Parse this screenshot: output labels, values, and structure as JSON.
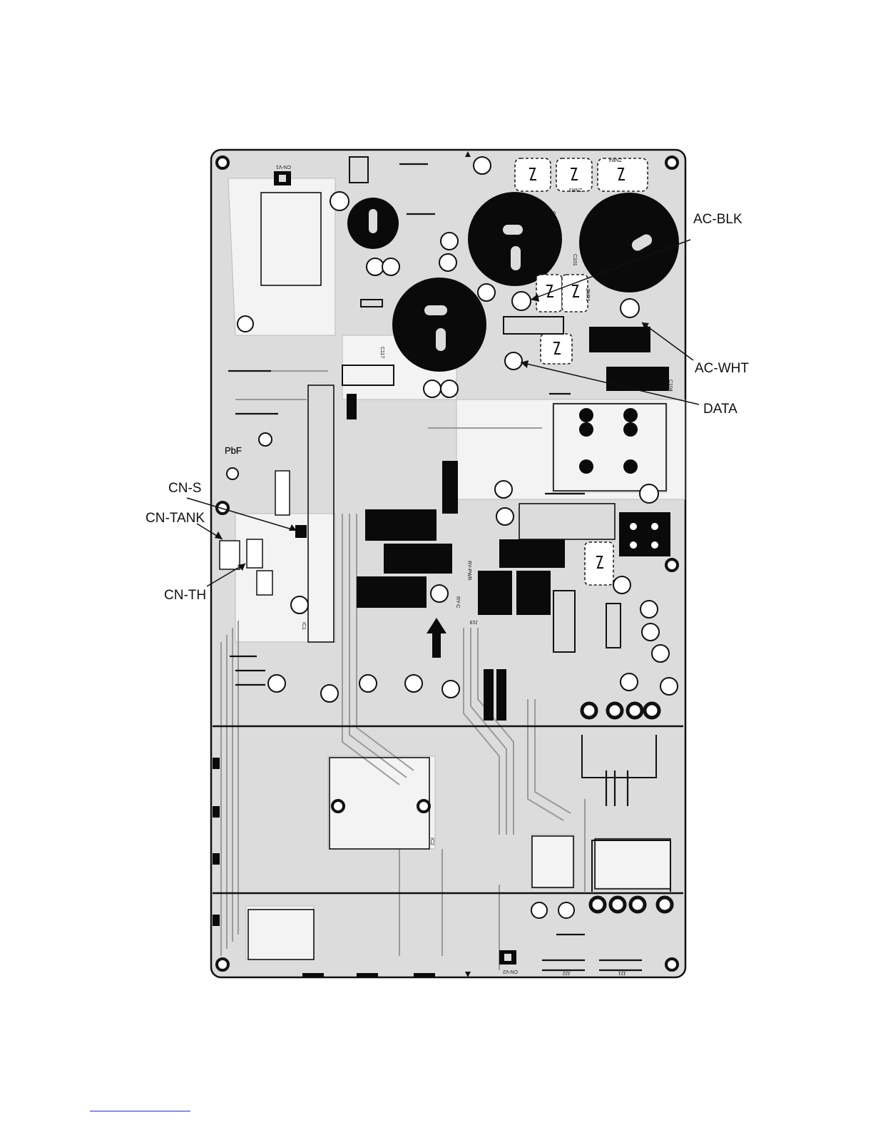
{
  "diagram": {
    "callouts": {
      "ac_blk": "AC-BLK",
      "ac_wht": "AC-WHT",
      "data": "DATA",
      "cn_s": "CN-S",
      "cn_tank": "CN-TANK",
      "cn_th": "CN-TH"
    },
    "board_labels": {
      "pbf": "PbF",
      "cn_v1": "CN-V1",
      "cn_v2": "CN-V2",
      "c101": "C101",
      "c103": "C103",
      "c104": "C104",
      "c117": "C117",
      "znr1": "ZNR1",
      "znr3": "ZNR3",
      "znr4": "ZNR4",
      "j21": "J21",
      "j22": "J22",
      "j19": "J19",
      "ic1": "IC1",
      "ic2": "IC2",
      "ry_pwr": "RY-PWR",
      "ry_c": "RY-C"
    },
    "colors": {
      "board": "#dcdcdc",
      "trace": "#f4f4f4",
      "copper_dark": "#0a0a0a",
      "outline": "#111111",
      "footer_rule": "#2a2ad0"
    }
  }
}
